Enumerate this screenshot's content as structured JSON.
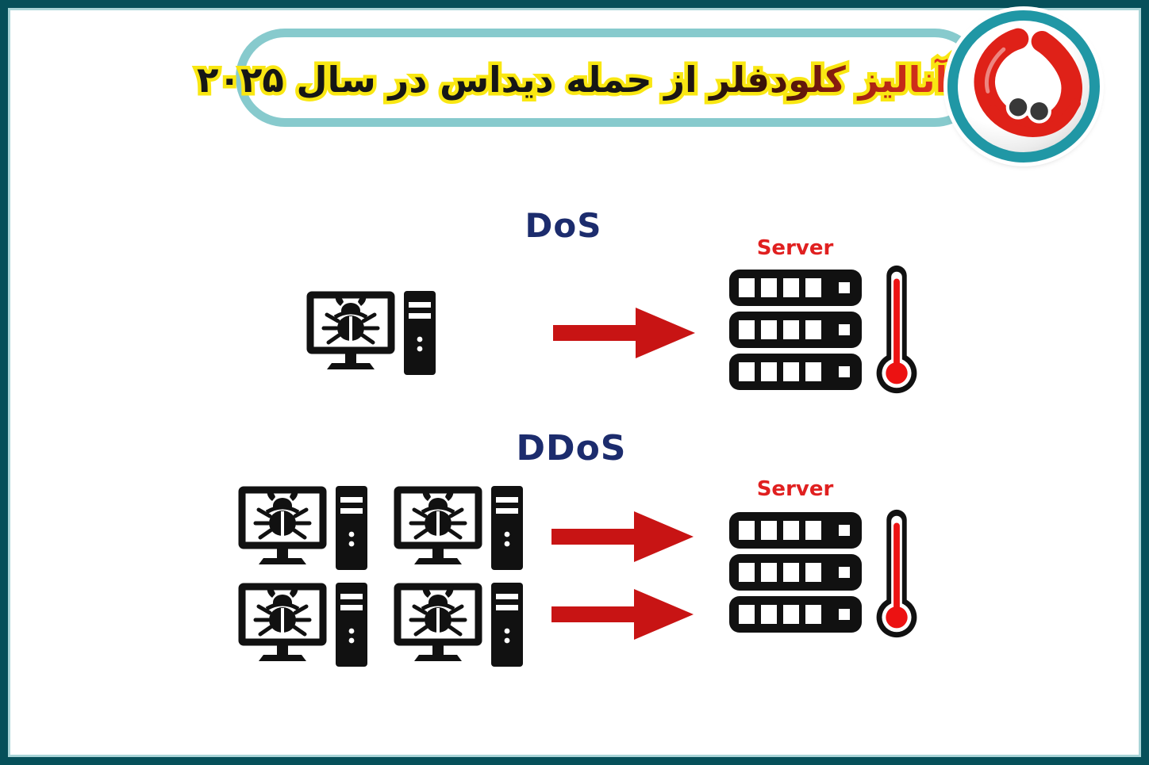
{
  "frame": {
    "background": "#ffffff",
    "border_color": "#06505a",
    "inner_edge_color": "#a9d5d8"
  },
  "header": {
    "title": "آنالیز کلودفلر از حمله دیداس در سال ۲۰۲۵",
    "title_outline_color": "#f9e712",
    "title_color_right": "#e8351f",
    "title_color_left": "#161616",
    "banner_border_color": "#87cacd",
    "logo_icon": "magnet-logo-icon",
    "logo_ring_color": "#2097a5",
    "logo_shape_color": "#df2118"
  },
  "dos_section": {
    "heading": "DoS",
    "heading_color": "#1c2c6d",
    "attacker_count": 1,
    "attacker_icon": "infected-computer-icon",
    "arrow_icon": "red-arrow-icon",
    "arrow_color": "#c81414",
    "server_label": "Server",
    "server_label_color": "#e02020",
    "server_icon": "server-rack-icon",
    "thermometer_icon": "thermometer-icon",
    "thermometer_color": "#ec1212"
  },
  "ddos_section": {
    "heading": "DDoS",
    "heading_color": "#1c2c6d",
    "attacker_count": 4,
    "attacker_icon": "infected-computer-icon",
    "arrow_count": 2,
    "arrow_icon": "red-arrow-icon",
    "arrow_color": "#c81414",
    "server_label": "Server",
    "server_label_color": "#e02020",
    "server_icon": "server-rack-icon",
    "thermometer_icon": "thermometer-icon",
    "thermometer_color": "#ec1212"
  }
}
